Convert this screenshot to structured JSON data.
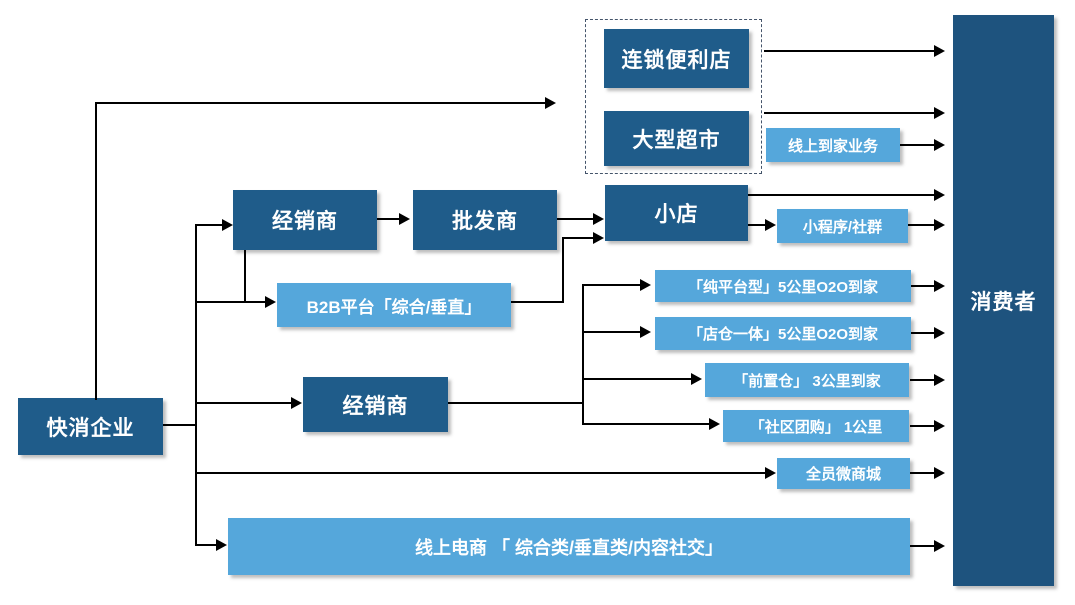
{
  "diagram": {
    "nodes": {
      "fmcg": "快消企业",
      "distributor1": "经销商",
      "wholesaler": "批发商",
      "b2b_platform": "B2B平台「综合/垂直」",
      "distributor2": "经销商",
      "chain_convenience": "连锁便利店",
      "supermarket": "大型超市",
      "small_store": "小店",
      "online_to_home": "线上到家业务",
      "mini_program_community": "小程序/社群",
      "pure_platform_o2o": "「纯平台型」5公里O2O到家",
      "store_warehouse_o2o": "「店仓一体」5公里O2O到家",
      "front_warehouse": "「前置仓」 3公里到家",
      "community_group_buy": "「社区团购」 1公里",
      "wechat_mall": "全员微商城",
      "online_ecommerce": "线上电商 「 综合类/垂直类/内容社交」",
      "consumer": "消费者"
    },
    "colors": {
      "dark_blue": "#1F5C8A",
      "consumer_blue": "#1E537E",
      "light_blue": "#55A7DB",
      "connector": "#000000"
    }
  }
}
